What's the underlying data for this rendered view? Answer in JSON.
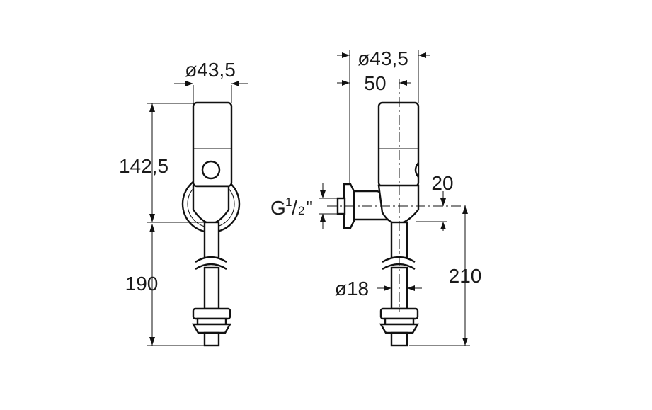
{
  "front_view": {
    "diameter_label": "ø43,5",
    "height_upper_label": "142,5",
    "height_lower_label": "190"
  },
  "side_view": {
    "diameter_label": "ø43,5",
    "depth_label": "50",
    "offset_label": "20",
    "thread_prefix": "G",
    "thread_num": "1",
    "thread_den": "2",
    "thread_suffix": "\"",
    "pipe_diameter_label": "ø18",
    "height_label": "210"
  }
}
